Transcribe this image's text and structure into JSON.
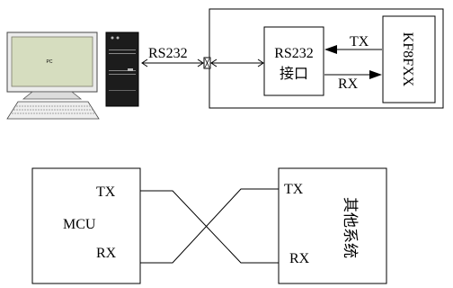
{
  "top_diagram": {
    "pc_screen_label": "PC",
    "link_label": "RS232",
    "interface_label_line1": "RS232",
    "interface_label_line2": "接口",
    "tx_label": "TX",
    "rx_label": "RX",
    "device_label": "KF8FXX"
  },
  "bottom_diagram": {
    "mcu_label": "MCU",
    "mcu_tx": "TX",
    "mcu_rx": "RX",
    "other_tx": "TX",
    "other_rx": "RX",
    "other_system_label": "其他系统"
  }
}
